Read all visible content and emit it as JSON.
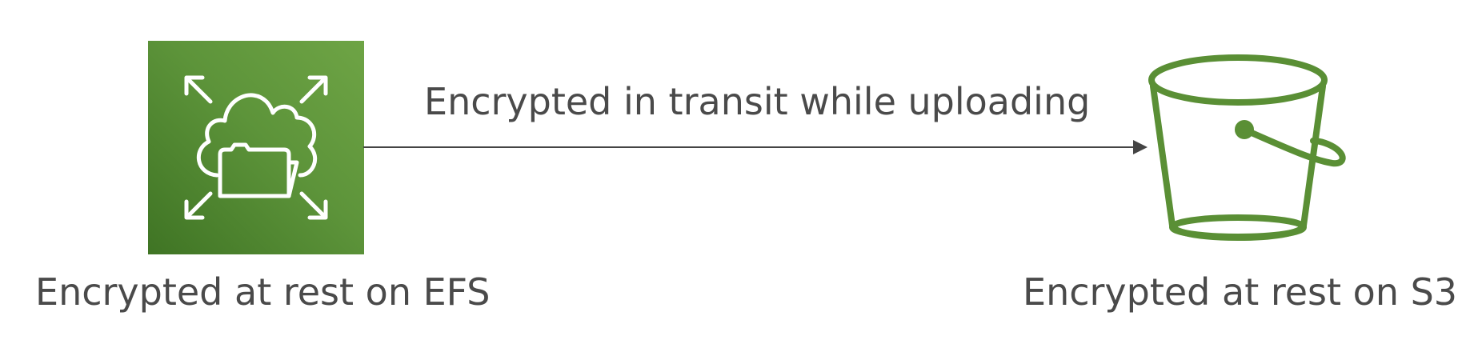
{
  "diagram": {
    "source": {
      "icon": "efs-file-system-icon",
      "label": "Encrypted at rest on EFS"
    },
    "connector": {
      "label": "Encrypted in transit while uploading"
    },
    "target": {
      "icon": "s3-bucket-icon",
      "label": "Encrypted at rest on S3"
    }
  },
  "colors": {
    "efs_tile_dark": "#3f7424",
    "efs_tile_light": "#6ea445",
    "bucket_stroke": "#5a8f35",
    "text": "#4a4a4a",
    "arrow": "#444444"
  }
}
